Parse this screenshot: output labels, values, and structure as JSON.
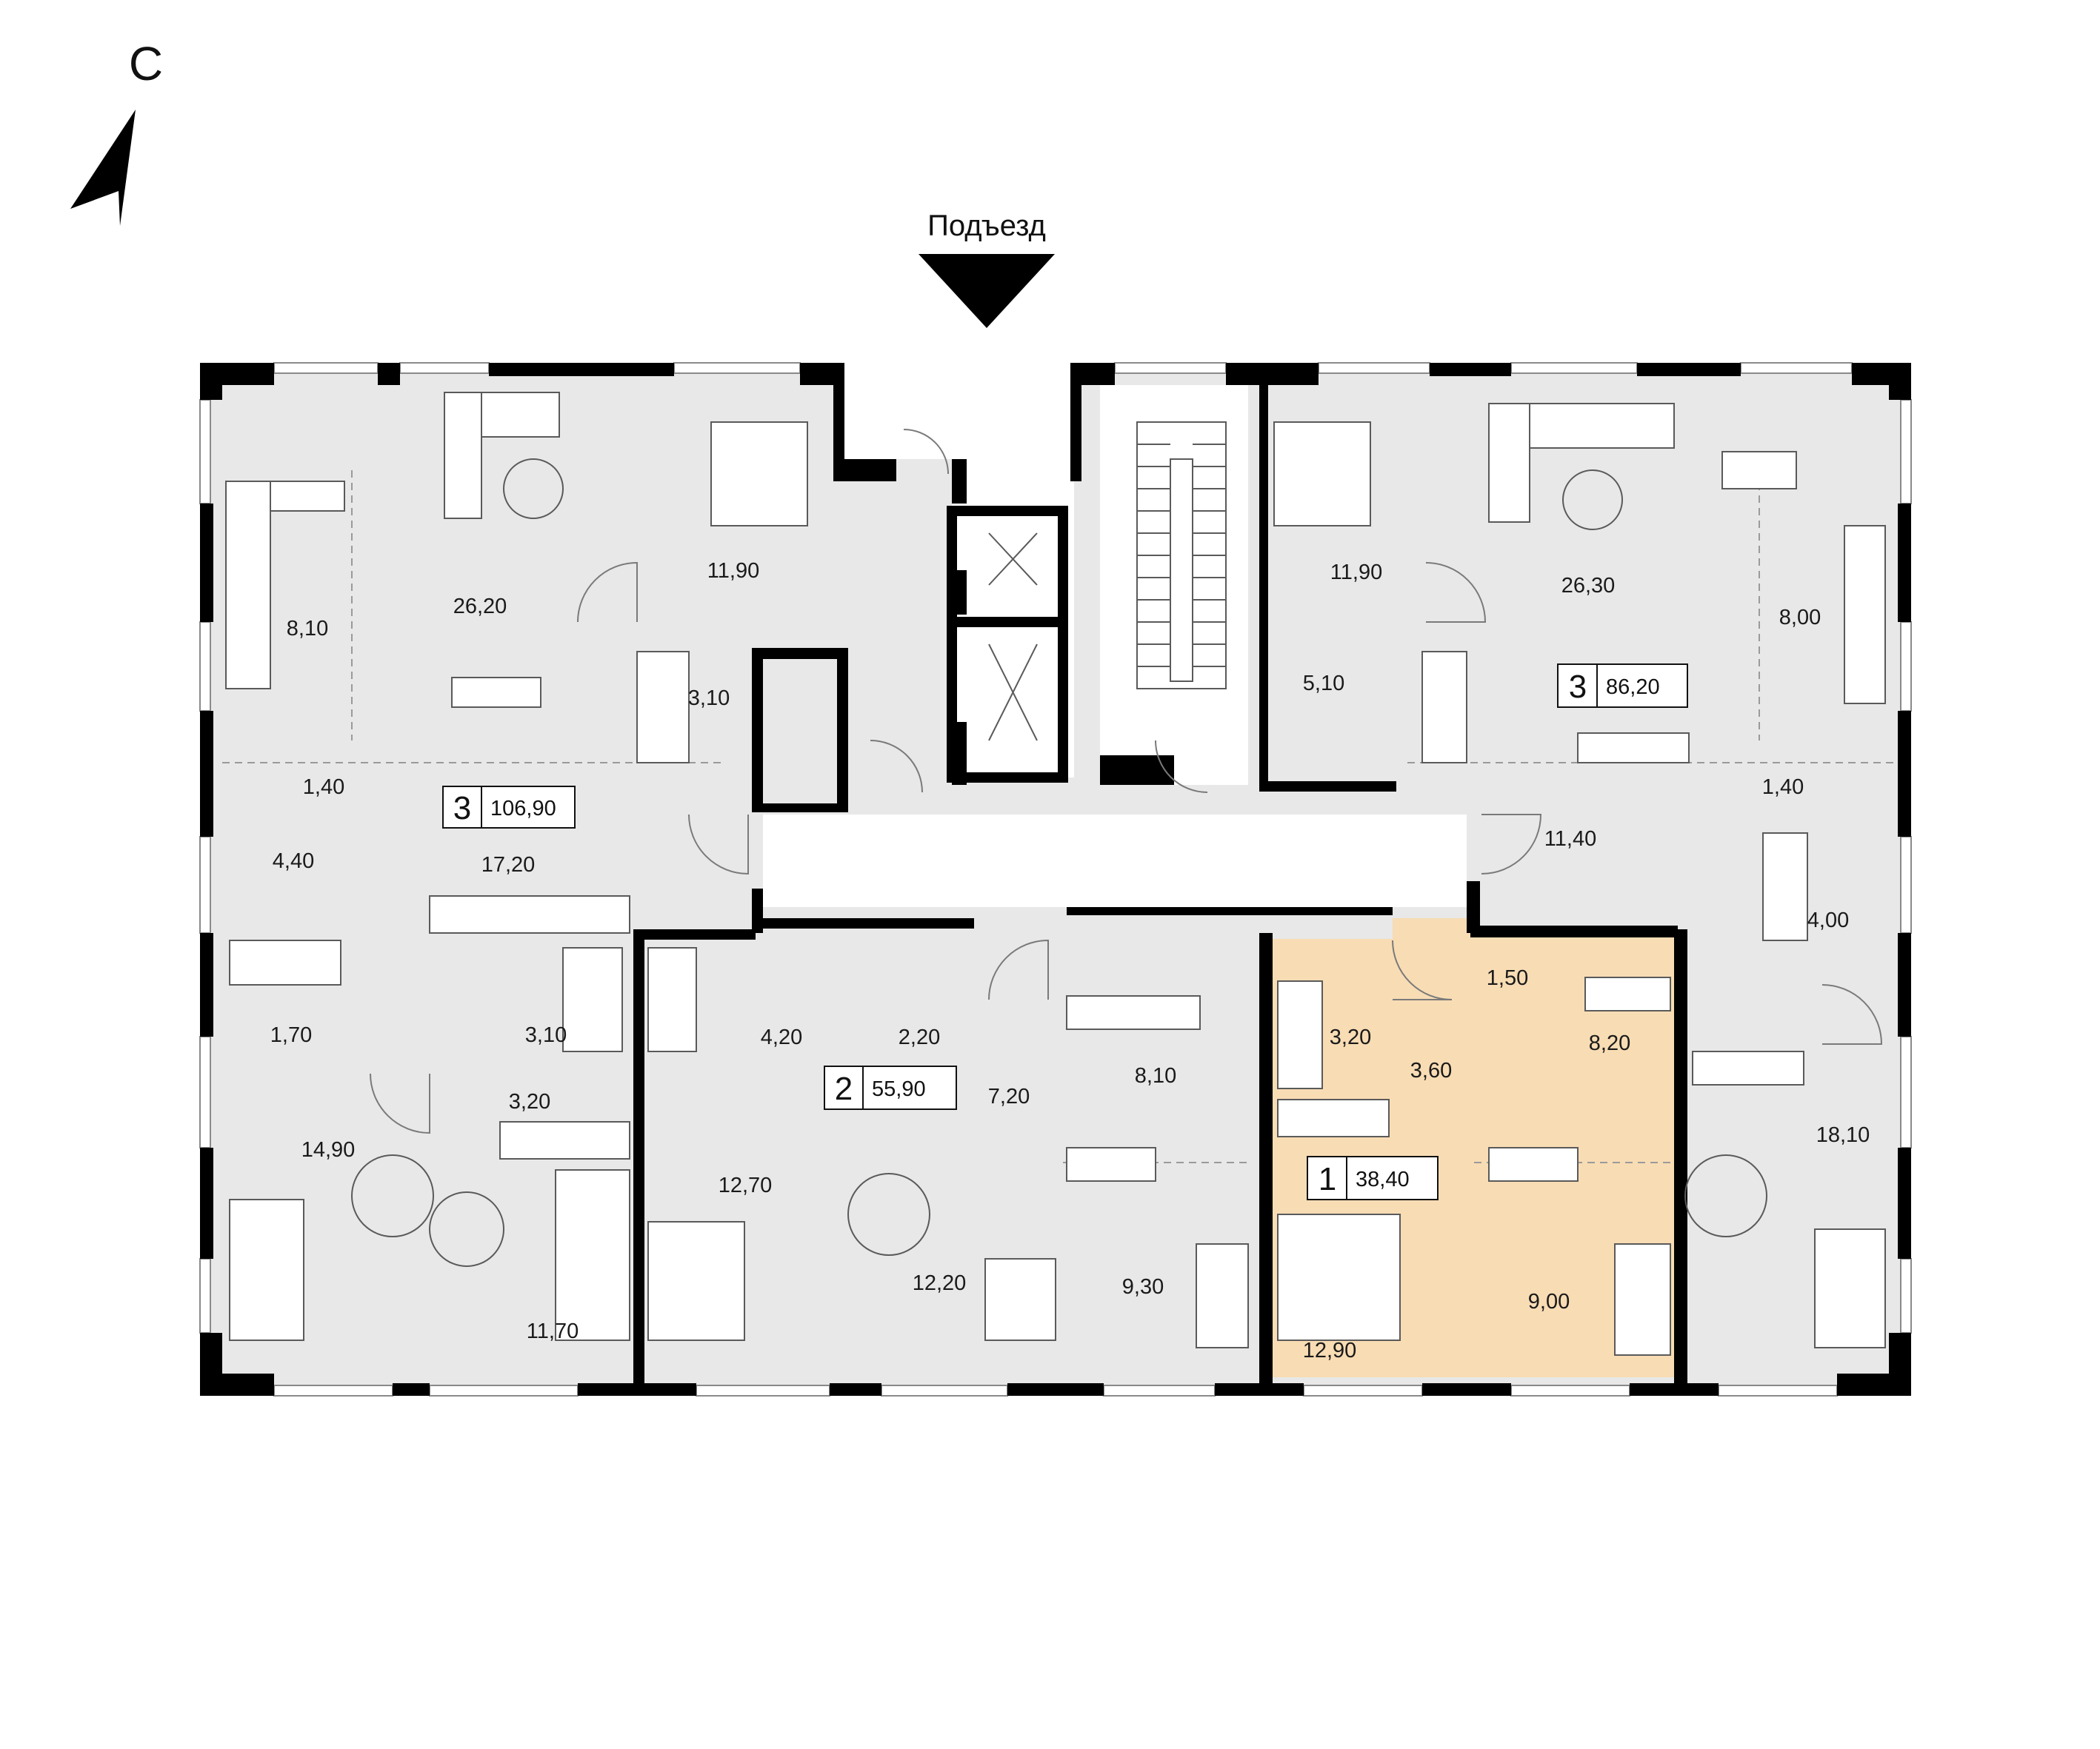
{
  "compass": {
    "label": "С",
    "icon": "north-arrow-icon"
  },
  "entrance": {
    "label": "Подъезд",
    "icon": "entrance-arrow-icon"
  },
  "colors": {
    "background": "#ffffff",
    "floor": "#e8e8e8",
    "highlight": "#f8dcb4",
    "wall": "#000000",
    "stairwell": "#ffffff"
  },
  "apartments": [
    {
      "rooms": "3",
      "area": "106,90"
    },
    {
      "rooms": "3",
      "area": "86,20"
    },
    {
      "rooms": "2",
      "area": "55,90"
    },
    {
      "rooms": "1",
      "area": "38,40",
      "highlighted": true
    }
  ],
  "room_areas": [
    "8,10",
    "26,20",
    "11,90",
    "3,10",
    "1,40",
    "4,40",
    "17,20",
    "1,70",
    "3,10",
    "3,20",
    "14,90",
    "11,70",
    "11,90",
    "26,30",
    "8,00",
    "5,10",
    "1,40",
    "11,40",
    "4,00",
    "18,10",
    "4,20",
    "2,20",
    "7,20",
    "12,70",
    "12,20",
    "8,10",
    "9,30",
    "3,20",
    "3,60",
    "1,50",
    "8,20",
    "12,90",
    "9,00"
  ]
}
